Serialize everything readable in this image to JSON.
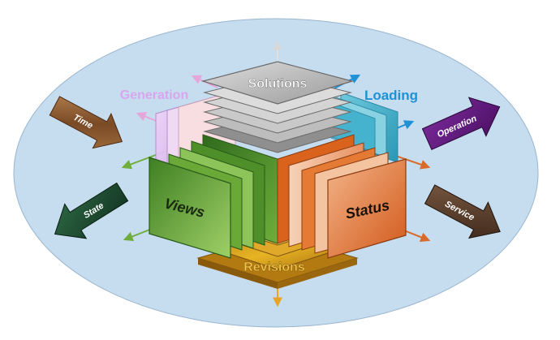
{
  "diagram": {
    "labels": {
      "solutions": "Solutions",
      "generation": "Generation",
      "loading": "Loading",
      "views": "Views",
      "status": "Status",
      "revisions": "Revisions"
    },
    "arrows": {
      "time": "Time",
      "operation": "Operation",
      "state": "State",
      "service": "Service"
    },
    "colors": {
      "ellipse": "#c6dcef",
      "solutions_plate": "#c4c4c4",
      "generation": "#cf9df0",
      "loading": "#1f92d6",
      "views": "#5aa231",
      "status": "#e0691f",
      "revisions": "#e7b424",
      "time_arrow": "#8a5a32",
      "operation_arrow": "#5e1a78",
      "state_arrow": "#1d4a2e",
      "service_arrow": "#5a3a26"
    }
  }
}
